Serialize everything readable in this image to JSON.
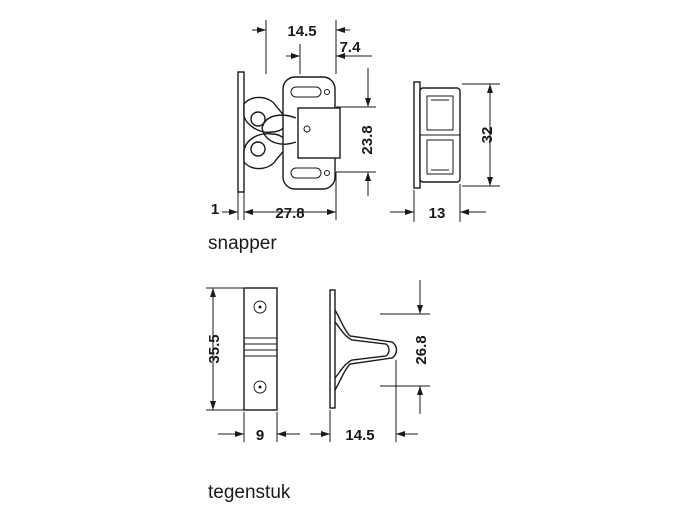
{
  "snapper": {
    "caption": "snapper",
    "dims": {
      "width_top": "14.5",
      "offset_top": "7.4",
      "height_inner": "23.8",
      "thickness": "1",
      "depth": "27.8",
      "side_width": "13",
      "side_height": "32"
    }
  },
  "tegenstuk": {
    "caption": "tegenstuk",
    "dims": {
      "height": "35.5",
      "width": "9",
      "depth": "14.5",
      "clip_height": "26.8"
    }
  },
  "colors": {
    "line": "#1a1a1a",
    "background": "#ffffff"
  }
}
